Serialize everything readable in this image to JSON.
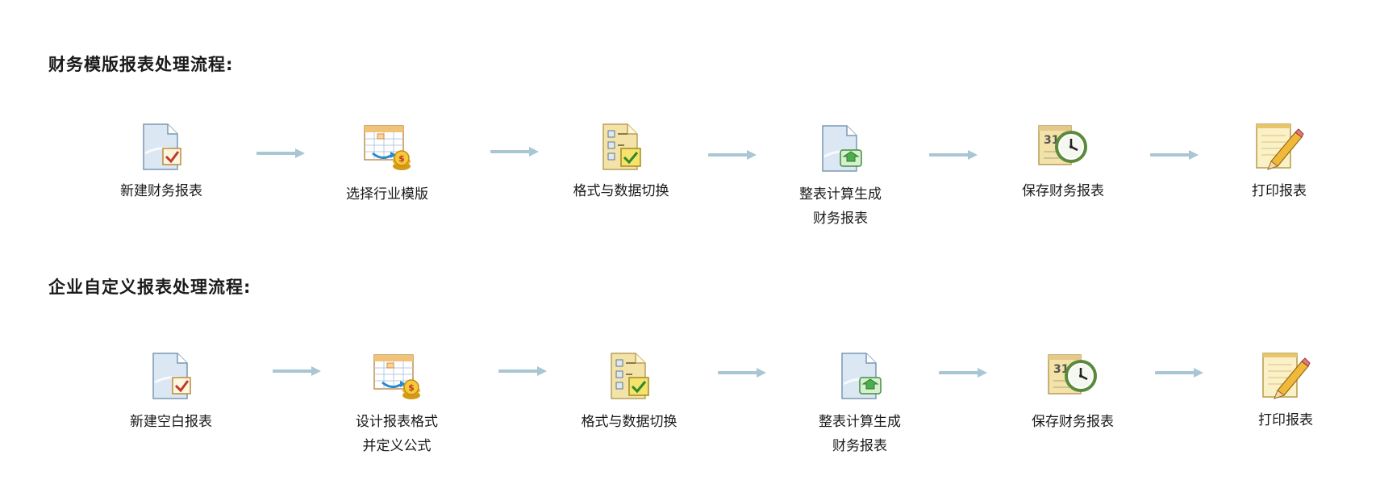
{
  "flows": [
    {
      "title": "财务模版报表处理流程:",
      "steps": [
        {
          "lines": [
            "新建财务报表"
          ],
          "icon": "new-document-check-icon"
        },
        {
          "lines": [
            "选择行业模版"
          ],
          "icon": "calendar-coin-icon"
        },
        {
          "lines": [
            "格式与数据切换"
          ],
          "icon": "checklist-document-icon"
        },
        {
          "lines": [
            "整表计算生成",
            "财务报表"
          ],
          "icon": "document-refresh-icon"
        },
        {
          "lines": [
            "保存财务报表"
          ],
          "icon": "calendar-clock-icon"
        },
        {
          "lines": [
            "打印报表"
          ],
          "icon": "notepad-pencil-icon"
        }
      ]
    },
    {
      "title": "企业自定义报表处理流程:",
      "steps": [
        {
          "lines": [
            "新建空白报表"
          ],
          "icon": "new-document-check-icon"
        },
        {
          "lines": [
            "设计报表格式",
            "并定义公式"
          ],
          "icon": "calendar-coin-icon"
        },
        {
          "lines": [
            "格式与数据切换"
          ],
          "icon": "checklist-document-icon"
        },
        {
          "lines": [
            "整表计算生成",
            "财务报表"
          ],
          "icon": "document-refresh-icon"
        },
        {
          "lines": [
            "保存财务报表"
          ],
          "icon": "calendar-clock-icon"
        },
        {
          "lines": [
            "打印报表"
          ],
          "icon": "notepad-pencil-icon"
        }
      ]
    }
  ],
  "calendar_day": "31",
  "colors": {
    "arrow": "#a9c6d3",
    "check": "#c0392b",
    "document": "#dbe7f2",
    "paper": "#f3e3a8",
    "clock_ring": "#5a8a3a"
  }
}
